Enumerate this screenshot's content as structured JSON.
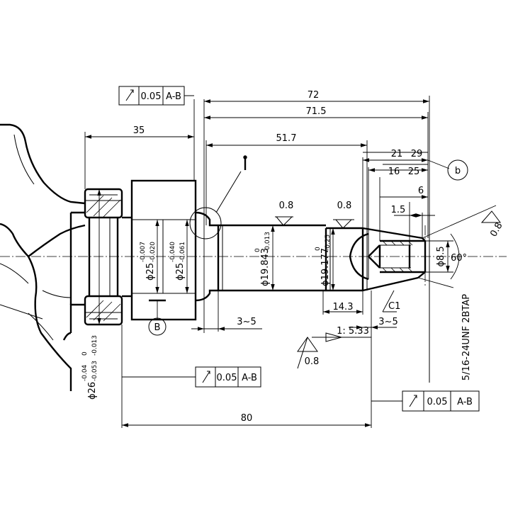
{
  "dimensions": {
    "overall_72": "72",
    "overall_71_5": "71.5",
    "len_35": "35",
    "len_51_7": "51.7",
    "d21": "21",
    "d29": "29",
    "d16": "16",
    "d25": "25",
    "d6": "6",
    "d1_5": "1.5",
    "d14_3": "14.3",
    "d3_5_left": "3~5",
    "d3_5_right": "3~5",
    "d80": "80",
    "taper": "1: 5.33",
    "chamfer": "C1",
    "angle60": "60°",
    "dia_8_5": "ϕ8.5",
    "thread": "5/16-24UNF 2BTAP"
  },
  "diameters": {
    "d19843": {
      "base": "ϕ19.843",
      "upper": "0",
      "lower": "-0.013"
    },
    "d19177": {
      "base": "ϕ19.177",
      "upper": "0",
      "lower": "-0.25"
    },
    "d25a": {
      "base": "ϕ25",
      "upper": "-0.007",
      "lower": "-0.020"
    },
    "d25b": {
      "base": "ϕ25",
      "upper": "-0.040",
      "lower": "-0.061"
    },
    "d26": {
      "base": "ϕ26",
      "upper1": "-0.04",
      "lower1": "-0.053",
      "upper2": "0",
      "lower2": "-0.013"
    }
  },
  "roughness": {
    "r1": "0.8",
    "r2": "0.8",
    "r3": "0.8",
    "r4": "0.8"
  },
  "tolerance_frames": [
    {
      "value": "0.05",
      "datum": "A-B"
    },
    {
      "value": "0.05",
      "datum": "A-B"
    },
    {
      "value": "0.05",
      "datum": "A-B"
    }
  ],
  "datums": {
    "datum_b_upper": "B",
    "datum_b_lower": "b"
  }
}
